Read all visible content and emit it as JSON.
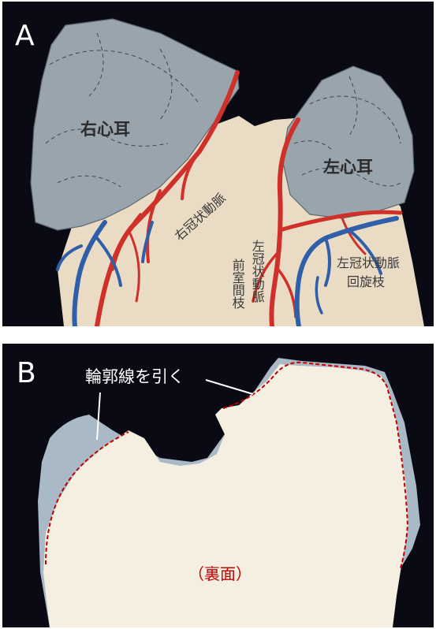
{
  "panel_a": {
    "letter": "A",
    "right_auricle": "右心耳",
    "left_auricle": "左心耳",
    "right_coronary": "右冠状動脈",
    "lad": "左冠状動脈前室間枝",
    "lad_col1": "左冠状動脈",
    "lad_col2": "前室間枝",
    "lcx_line1": "左冠状動脈",
    "lcx_line2": "回旋枝"
  },
  "panel_b": {
    "letter": "B",
    "annotation": "輪郭線を引く",
    "back_side": "（裏面）"
  },
  "colors": {
    "background": "#0a0a14",
    "auricle": "#9aa4ad",
    "heart": "#eadbc4",
    "artery": "#d0302a",
    "vein": "#2f5fa8",
    "paper": "#f5efe2",
    "outline_shadow": "#a9b9c6",
    "dashed_line": "#c00000"
  }
}
